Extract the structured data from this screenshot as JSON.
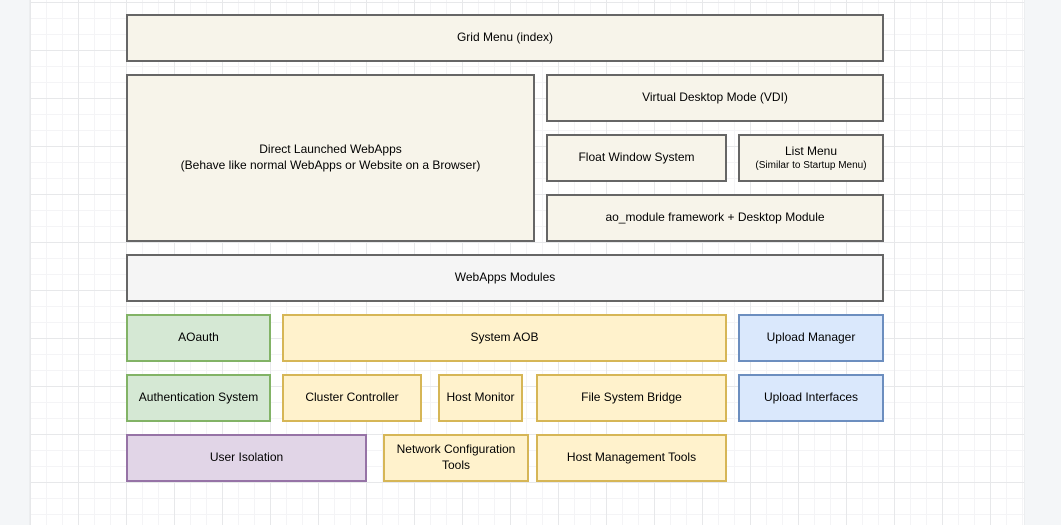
{
  "canvas": {
    "background": "#ffffff",
    "grid_minor_color": "#f4f4f6",
    "grid_major_color": "#e7e8ea",
    "gutter_color": "#f4f6f8"
  },
  "palette": {
    "cream_fill": "#f7f4ea",
    "gray_band_fill": "#f5f5f5",
    "gray_border": "#666666",
    "green_fill": "#d5e8d4",
    "green_border": "#82b366",
    "yellow_fill": "#fff2cc",
    "yellow_border": "#d6b656",
    "blue_fill": "#dae8fc",
    "blue_border": "#6c8ebf",
    "purple_fill": "#e1d5e7",
    "purple_border": "#9673a6"
  },
  "diagram": {
    "grid_menu": {
      "label": "Grid Menu (index)"
    },
    "direct_webapps": {
      "line1": "Direct Launched WebApps",
      "line2": "(Behave like normal WebApps or Website on a Browser)"
    },
    "vdi": {
      "label": "Virtual Desktop Mode (VDI)"
    },
    "float_window": {
      "label": "Float Window System"
    },
    "list_menu": {
      "label": "List Menu",
      "sublabel": "(Similar to Startup Menu)"
    },
    "ao_module": {
      "label": "ao_module framework + Desktop Module"
    },
    "webapps_modules": {
      "label": "WebApps Modules"
    },
    "aoauth": {
      "label": "AOauth"
    },
    "system_aob": {
      "label": "System AOB"
    },
    "upload_manager": {
      "label": "Upload Manager"
    },
    "auth_system": {
      "label": "Authentication System"
    },
    "cluster_controller": {
      "label": "Cluster Controller"
    },
    "host_monitor": {
      "label": "Host Monitor"
    },
    "file_system_bridge": {
      "label": "File System Bridge"
    },
    "upload_interfaces": {
      "label": "Upload Interfaces"
    },
    "user_isolation": {
      "label": "User Isolation"
    },
    "network_config_tools": {
      "label": "Network Configuration Tools"
    },
    "host_management_tools": {
      "label": "Host Management Tools"
    }
  }
}
